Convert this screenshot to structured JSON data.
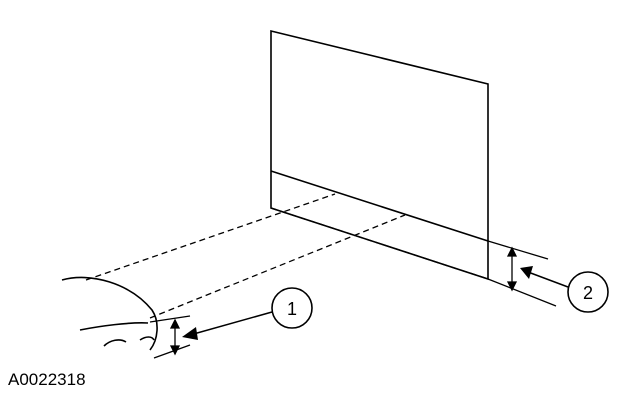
{
  "diagram": {
    "figure_code": "A0022318",
    "callouts": [
      {
        "number": "1"
      },
      {
        "number": "2"
      }
    ],
    "line_color": "#000000",
    "background": "#ffffff"
  }
}
